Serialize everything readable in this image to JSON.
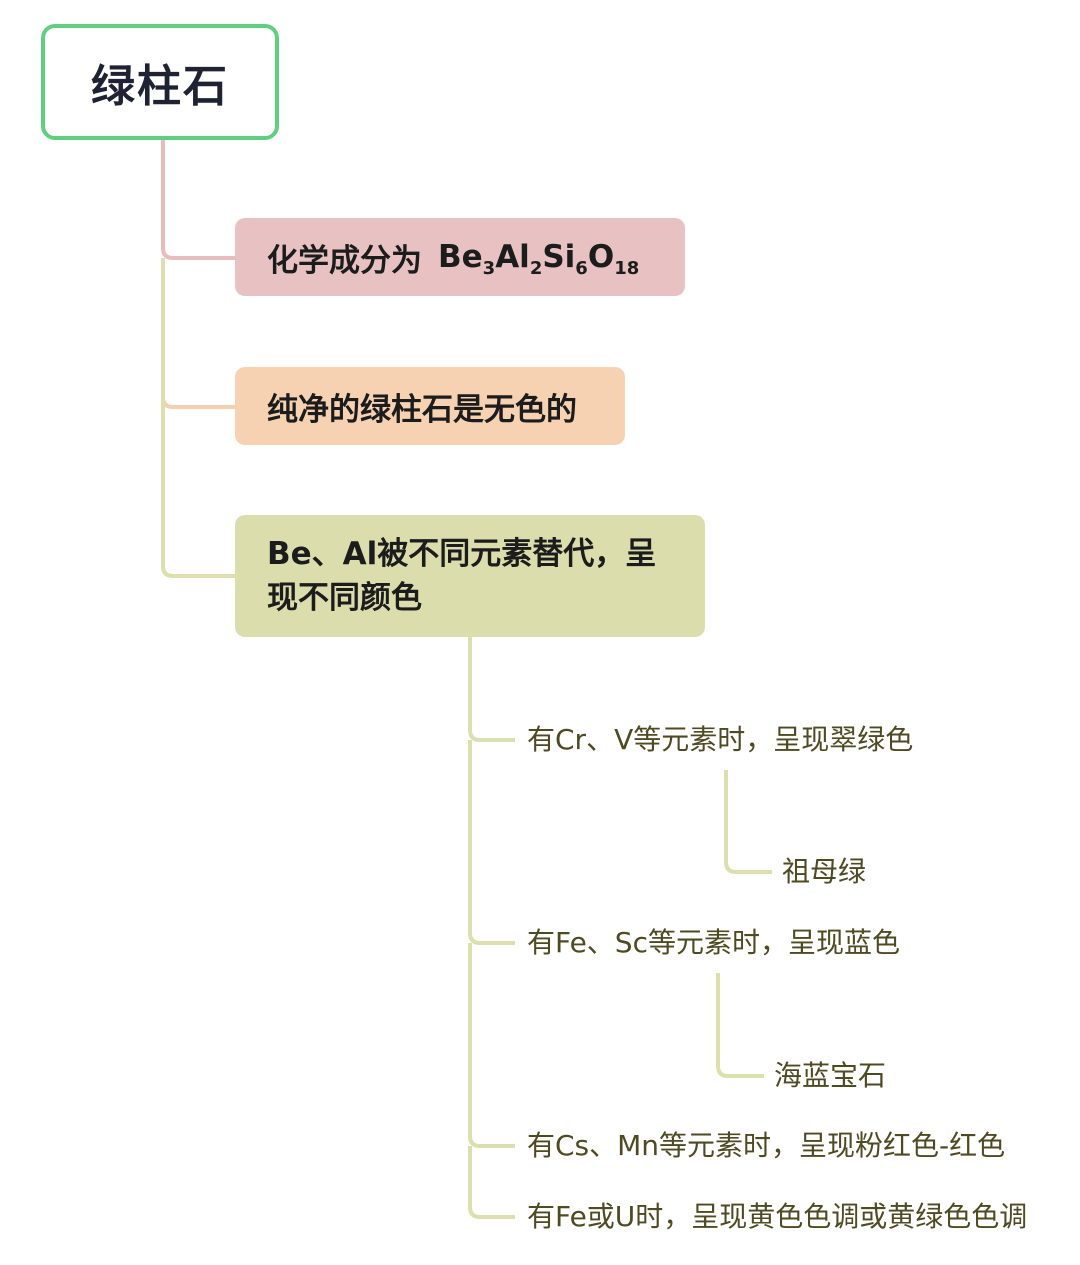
{
  "root": {
    "title": "绿柱石"
  },
  "branches": {
    "composition": {
      "label": "化学成分为",
      "formula": {
        "parts": [
          {
            "sym": "Be",
            "sub": "3"
          },
          {
            "sym": "Al",
            "sub": "2"
          },
          {
            "sym": "Si",
            "sub": "6"
          },
          {
            "sym": "O",
            "sub": "18"
          }
        ]
      }
    },
    "pure": {
      "label": "纯净的绿柱石是无色的"
    },
    "substitution": {
      "label": "Be、Al被不同元素替代，呈现不同颜色"
    }
  },
  "colors": {
    "items": [
      {
        "label": "有Cr、V等元素时，呈现翠绿色",
        "child": "祖母绿"
      },
      {
        "label": "有Fe、Sc等元素时，呈现蓝色",
        "child": "海蓝宝石"
      },
      {
        "label": "有Cs、Mn等元素时，呈现粉红色-红色"
      },
      {
        "label": "有Fe或U时，呈现黄色色调或黄绿色色调"
      }
    ]
  },
  "palette": {
    "root_border": "#5fcf80",
    "branch1": "#e8c2c2",
    "branch2": "#f6d2b3",
    "branch3": "#dbdeac",
    "connector_pink": "#e9bcbc",
    "connector_peach": "#f4cfb0",
    "connector_olive": "#dcdfae",
    "leaf_text": "#4e4a22"
  }
}
